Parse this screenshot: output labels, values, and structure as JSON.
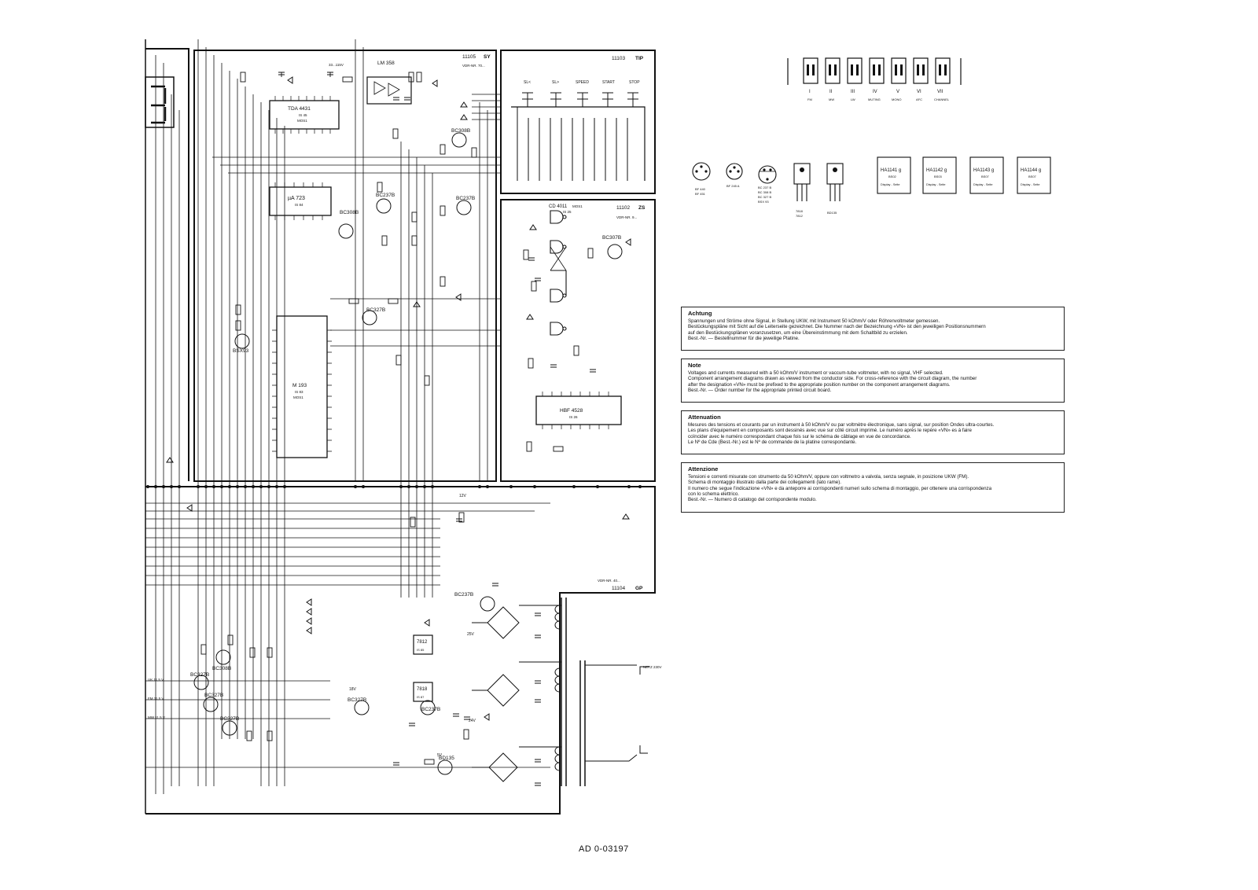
{
  "document_code": "AD 0-03197",
  "modules": {
    "sy": {
      "number": "11105",
      "tag": "SY",
      "vdr": "VDR-NR. 70..."
    },
    "tip": {
      "number": "11103",
      "tag": "TIP"
    },
    "zs": {
      "number": "11102",
      "tag": "ZS",
      "vdr": "VDR-NR. 9..."
    },
    "gp": {
      "number": "11104",
      "tag": "GP",
      "vdr": "VDR-NR. 40..."
    }
  },
  "ics": {
    "tda4431": {
      "name": "TDA 4431",
      "ref": "IS 45",
      "sub": "MOS1"
    },
    "ua723": {
      "name": "µA 723",
      "ref": "IS 84"
    },
    "m193": {
      "name": "M 193",
      "ref": "IS 83",
      "sub": "MOS1"
    },
    "lm358": {
      "name": "LM 358"
    },
    "cd4011": {
      "name": "CD 4011",
      "sub": "MOS1",
      "ref": "IS 25"
    },
    "hbf4528": {
      "name": "HBF 4528",
      "ref": "IS 26"
    },
    "r7812": {
      "name": "7812",
      "ref": "IS 85"
    },
    "r7818": {
      "name": "7818",
      "ref": "IS 87"
    }
  },
  "transistors": {
    "t1": "BC308B",
    "t2": "BC237B",
    "t3": "BC237B",
    "t4": "BC308B",
    "t5": "BC327B",
    "t6": "BSX93",
    "t7": "BC307B",
    "t8": "BC237B",
    "t9": "BC327B",
    "t10": "BC237B",
    "t11": "BD135",
    "t12": "BC327B",
    "t13": "BC308B",
    "t14": "BC327B",
    "t15": "BC327B"
  },
  "tip_buttons": [
    "SL<",
    "SL>",
    "SPEED",
    "START",
    "STOP"
  ],
  "switch_labels": {
    "numerals": [
      "I",
      "II",
      "III",
      "IV",
      "V",
      "VI",
      "VII"
    ],
    "functions": [
      "FM",
      "MW",
      "LW",
      "MUTING",
      "MONO",
      "AFC",
      "CHANNEL"
    ]
  },
  "package_labels": {
    "to92_a": [
      "BF 440",
      "BF 451"
    ],
    "to92_b": [
      "BF 245 A"
    ],
    "to92_c": [
      "BC 237 B",
      "BC 308 B",
      "BC 327 B",
      "BSX 93"
    ],
    "to220_a": [
      "7818",
      "7812"
    ],
    "to220_b": [
      "BD135"
    ]
  },
  "displays": [
    {
      "name": "HA1141 g",
      "ref": "BS02",
      "side": "Display - Seite"
    },
    {
      "name": "HA1142 g",
      "ref": "BS03",
      "side": "Display - Seite"
    },
    {
      "name": "HA1143 g",
      "ref": "BS07",
      "side": "Display - Seite"
    },
    {
      "name": "HA1144 g",
      "ref": "BS07",
      "side": "Display - Seite"
    }
  ],
  "supply_labels": {
    "v33": "33...115V",
    "v12": "12V",
    "v25": "25V",
    "v18": "18V",
    "v24": "24V",
    "v5": "5V",
    "uk": "UK 11,5 V",
    "fm": "FM 11,5 V",
    "mw": "MW 11,5 V",
    "mains": "NETZ 230V"
  },
  "notes": [
    {
      "heading": "Achtung",
      "text": "Spannungen und Ströme ohne Signal, in Stellung UKW, mit Instrument 50 kOhm/V oder Röhrenvoltmeter gemessen.\nBestückungspläne mit Sicht auf die Leiterseite gezeichnet. Die Nummer nach der Bezeichnung «VN» ist den jeweiligen Positionsnummern\nauf den Bestückungsplänen voranzusetzen, um eine Übereinstimmung mit dem Schaltbild zu erzielen.\nBest.-Nr.   —   Bestellnummer für die jeweilige Platine."
    },
    {
      "heading": "Note",
      "text": "Voltages and currents measured with a 50 kOhm/V instrument or vaccum-tube voltmeter, with no signal, VHF selected.\nComponent arrangement diagrams drawn as viewed from the conductor side. For cross-reference with the circuit diagram, the number\nafter the designation «VN» must be prefixed to the appropriate position number on the component arrangement diagrams.\nBest.-Nr.   —   Order number for the appropriate printed circuit board."
    },
    {
      "heading": "Attenuation",
      "text": "Mesures des tensions et courants par un instrument à 50 kOhm/V ou par voltmètre électronique, sans signal, sur position Ondes ultra-courtes.\nLes plans d'équipement en composants sont dessinés avec vue sur côté circuit imprimé. Le numéro après le repère «VN» es à faire\ncoïncider avec le numéro correspondant chaque fois sur le schéma de câblage en vue de concordance.\nLe Nº de Cde (Best.-Nr.) est le Nº de commande de la platine correspondante."
    },
    {
      "heading": "Attenzione",
      "text": "Tensioni e correnti misurate con strumento da 50 kOhm/V, oppure con voltmetro a valvola, senza segnale, in posizione UKW (FM).\nSchema di montaggio illustrato dalla parte dei collegamenti (lato rame).\nIl numero che segue l'indicazione «VN» e da anteporre ai corrispondenti numeri sullo schema di montaggio, per ottenere una corrispondenza\ncon lo schema elettrico.\nBest.-Nr.   —   Numero di catalogo del corrispondente modulo."
    }
  ]
}
